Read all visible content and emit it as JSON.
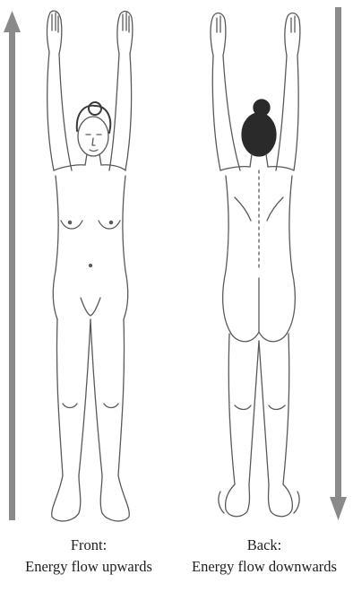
{
  "front": {
    "heading": "Front:",
    "description": "Energy flow upwards",
    "arrow_direction": "up"
  },
  "back": {
    "heading": "Back:",
    "description": "Energy flow downwards",
    "arrow_direction": "down"
  },
  "colors": {
    "arrow": "#8a8a8a",
    "outline": "#5a5a5a",
    "hair": "#2a2a2a",
    "text": "#1f1f1f"
  }
}
